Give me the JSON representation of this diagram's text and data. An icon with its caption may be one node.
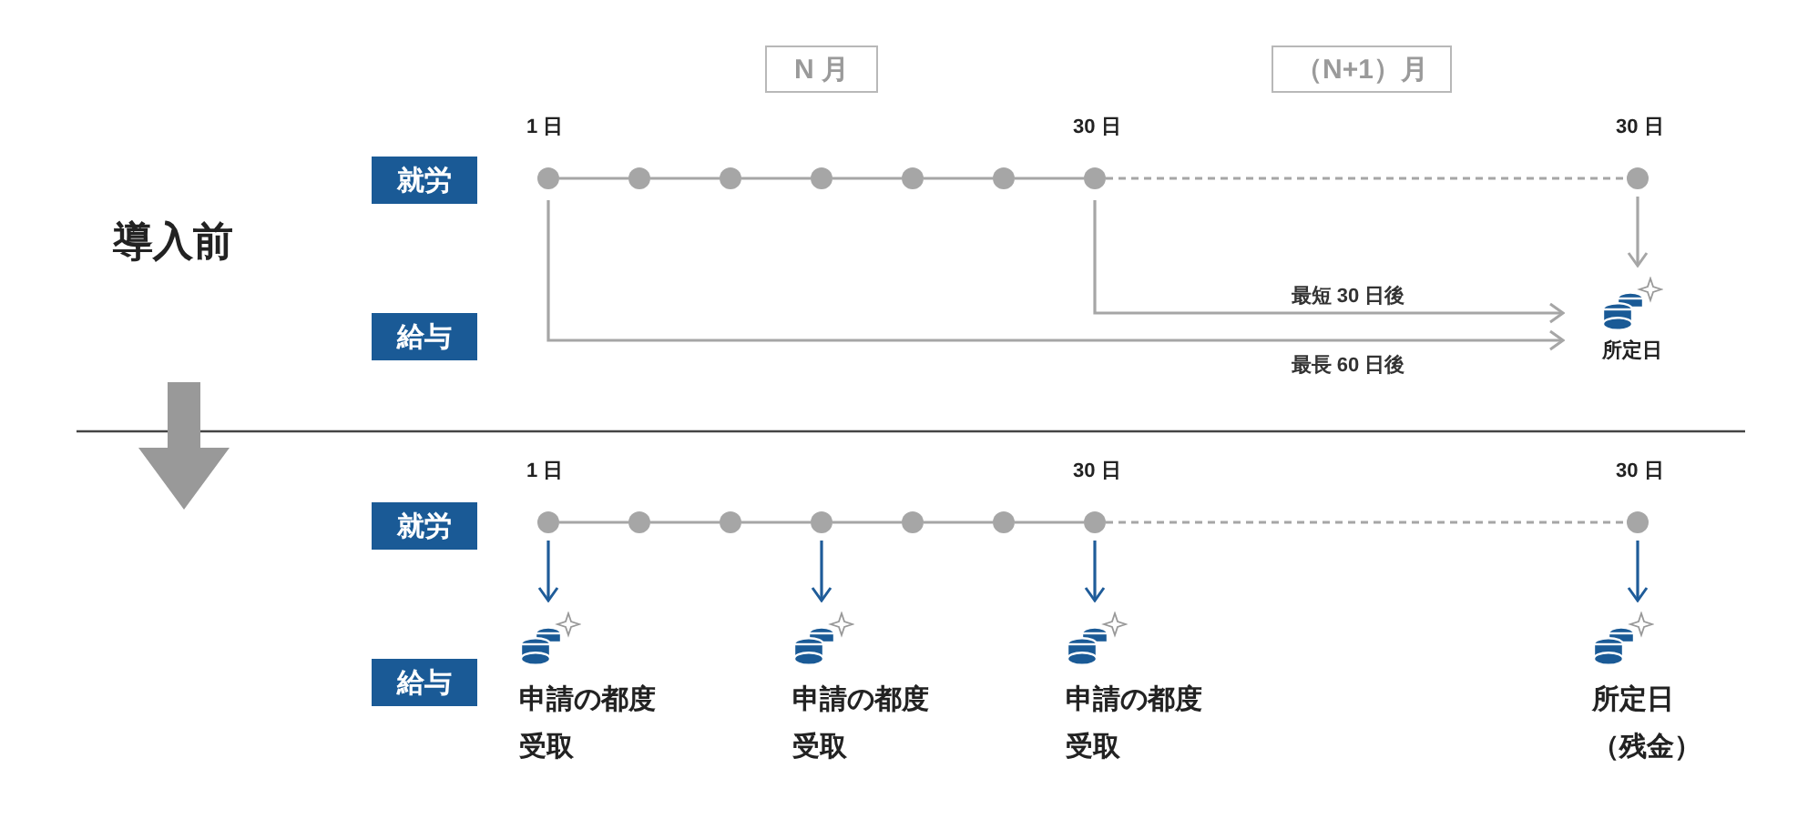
{
  "diagram": {
    "nodes": [
      {
        "text": [
          "N 月"
        ]
      },
      {
        "text": [
          "（N+1）月"
        ]
      },
      {
        "text": [
          "就労"
        ]
      },
      {
        "text": [
          "給与"
        ]
      },
      {
        "text": [],
        "shape": "circle",
        "beside": [
          "1 日"
        ]
      },
      {
        "text": [],
        "shape": "circle"
      },
      {
        "text": [],
        "shape": "circle"
      },
      {
        "text": [],
        "shape": "circle"
      },
      {
        "text": [],
        "shape": "circle"
      },
      {
        "text": [],
        "shape": "circle"
      },
      {
        "text": [],
        "shape": "circle",
        "beside": [
          "30 日"
        ]
      },
      {
        "text": [],
        "shape": "circle",
        "beside": [
          "30 日"
        ]
      },
      {
        "text": [
          "所定日"
        ]
      },
      {
        "text": [
          "就労"
        ]
      },
      {
        "text": [
          "給与"
        ]
      },
      {
        "text": [],
        "shape": "circle",
        "beside": [
          "1 日"
        ]
      },
      {
        "text": [],
        "shape": "circle"
      },
      {
        "text": [],
        "shape": "circle"
      },
      {
        "text": [],
        "shape": "circle"
      },
      {
        "text": [],
        "shape": "circle"
      },
      {
        "text": [],
        "shape": "circle"
      },
      {
        "text": [],
        "shape": "circle",
        "beside": [
          "30 日"
        ]
      },
      {
        "text": [],
        "shape": "circle",
        "beside": [
          "30 日"
        ]
      },
      {
        "text": [
          "申請の都度受取"
        ]
      },
      {
        "text": [
          "申請の都度受取"
        ]
      },
      {
        "text": [
          "申請の都度受取"
        ]
      },
      {
        "text": [
          "所定日（残金）"
        ]
      }
    ],
    "edges": [
      {
        "from": 4,
        "to": 5,
        "arrow": "none"
      },
      {
        "from": 5,
        "to": 6,
        "arrow": "none"
      },
      {
        "from": 6,
        "to": 7,
        "arrow": "none"
      },
      {
        "from": 7,
        "to": 8,
        "arrow": "none"
      },
      {
        "from": 8,
        "to": 9,
        "arrow": "none"
      },
      {
        "from": 9,
        "to": 10,
        "arrow": "none"
      },
      {
        "from": 10,
        "to": 11,
        "arrow": "none",
        "style": "dashed"
      },
      {
        "from": 11,
        "to": 12,
        "arrow": "to"
      },
      {
        "from": 10,
        "to": 12,
        "arrow": "to",
        "label": "最短 30 日後"
      },
      {
        "from": 4,
        "to": 12,
        "arrow": "to",
        "label": "最長 60 日後"
      },
      {
        "from": 15,
        "to": 16,
        "arrow": "none"
      },
      {
        "from": 16,
        "to": 17,
        "arrow": "none"
      },
      {
        "from": 17,
        "to": 18,
        "arrow": "none"
      },
      {
        "from": 18,
        "to": 19,
        "arrow": "none"
      },
      {
        "from": 19,
        "to": 20,
        "arrow": "none"
      },
      {
        "from": 20,
        "to": 21,
        "arrow": "none"
      },
      {
        "from": 21,
        "to": 22,
        "arrow": "none",
        "style": "dashed"
      },
      {
        "from": 15,
        "to": 23,
        "arrow": "to",
        "color": "#1f5c99"
      },
      {
        "from": 18,
        "to": 24,
        "arrow": "to",
        "color": "#1f5c99"
      },
      {
        "from": 21,
        "to": 25,
        "arrow": "to",
        "color": "#1f5c99"
      },
      {
        "from": 22,
        "to": 26,
        "arrow": "to",
        "color": "#1f5c99"
      }
    ],
    "labels": [
      "導入前"
    ]
  }
}
